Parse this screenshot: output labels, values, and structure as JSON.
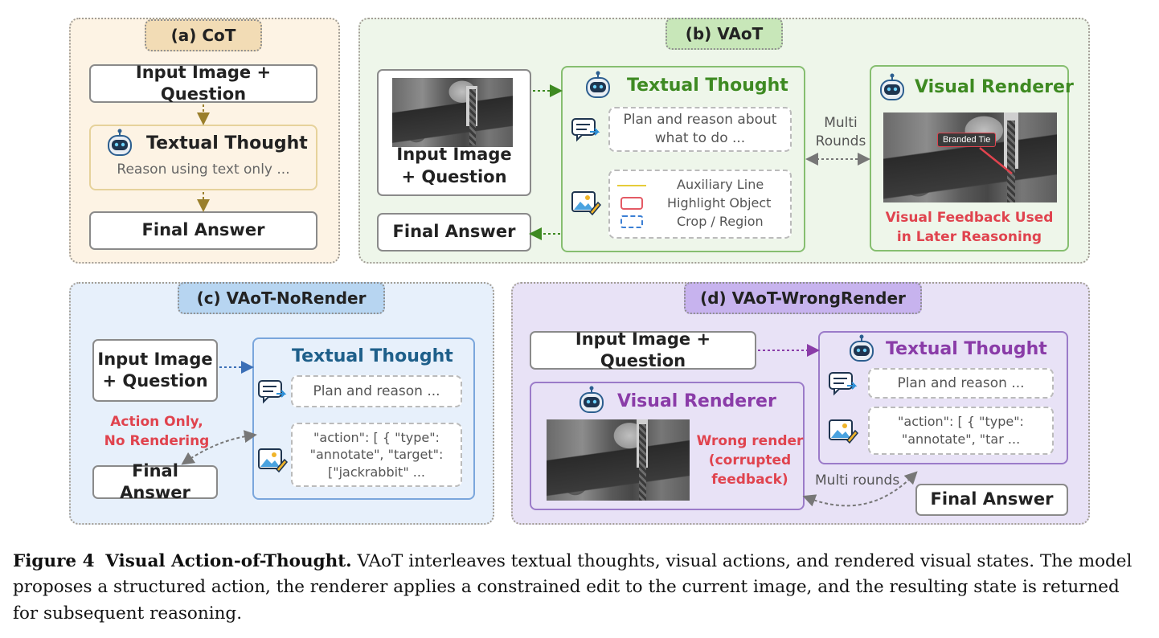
{
  "panel_a": {
    "tag": "(a) CoT",
    "input": "Input Image + Question",
    "thought_title": "Textual Thought",
    "thought_text": "Reason using text only ...",
    "answer": "Final Answer"
  },
  "panel_b": {
    "tag": "(b) VAoT",
    "input_line1": "Input Image",
    "input_line2": "+ Question",
    "answer": "Final Answer",
    "thought_title": "Textual Thought",
    "plan_line1": "Plan and reason about",
    "plan_line2": "what to do ...",
    "legend": [
      "Auxiliary Line",
      "Highlight Object",
      "Crop / Region"
    ],
    "multi_line1": "Multi",
    "multi_line2": "Rounds",
    "renderer_title": "Visual Renderer",
    "photo_label": "Branded Tie",
    "feedback_line1": "Visual Feedback Used",
    "feedback_line2": "in Later Reasoning"
  },
  "panel_c": {
    "tag": "(c) VAoT-NoRender",
    "input_line1": "Input Image",
    "input_line2": "+ Question",
    "note_line1": "Action Only,",
    "note_line2": "No Rendering",
    "answer": "Final Answer",
    "thought_title": "Textual Thought",
    "plan": "Plan and reason ...",
    "action_line1": "\"action\": [ { \"type\":",
    "action_line2": "\"annotate\", \"target\":",
    "action_line3": "[\"jackrabbit\" ..."
  },
  "panel_d": {
    "tag": "(d) VAoT-WrongRender",
    "input": "Input Image + Question",
    "thought_title": "Textual Thought",
    "plan": "Plan and reason ...",
    "action_line1": "\"action\": [ { \"type\":",
    "action_line2": "\"annotate\", \"tar ...",
    "renderer_title": "Visual Renderer",
    "wrong_line1": "Wrong render",
    "wrong_line2": "(corrupted",
    "wrong_line3": "feedback)",
    "multi": "Multi rounds",
    "answer": "Final Answer"
  },
  "caption": {
    "label": "Figure 4",
    "title": "Visual Action-of-Thought.",
    "text": "VAoT interleaves textual thoughts, visual actions, and rendered visual states. The model proposes a structured action, the renderer applies a constrained edit to the current image, and the resulting state is returned for subsequent reasoning."
  },
  "colors": {
    "panel_a_bg": "#fdf3e4",
    "panel_b_bg": "#eef6ea",
    "panel_c_bg": "#e7f0fb",
    "panel_d_bg": "#e8e2f6",
    "green": "#3e8a22",
    "blue": "#1e5f8a",
    "purple": "#8a3ca8",
    "red": "#e0434e",
    "gold": "#9a7f2c"
  }
}
